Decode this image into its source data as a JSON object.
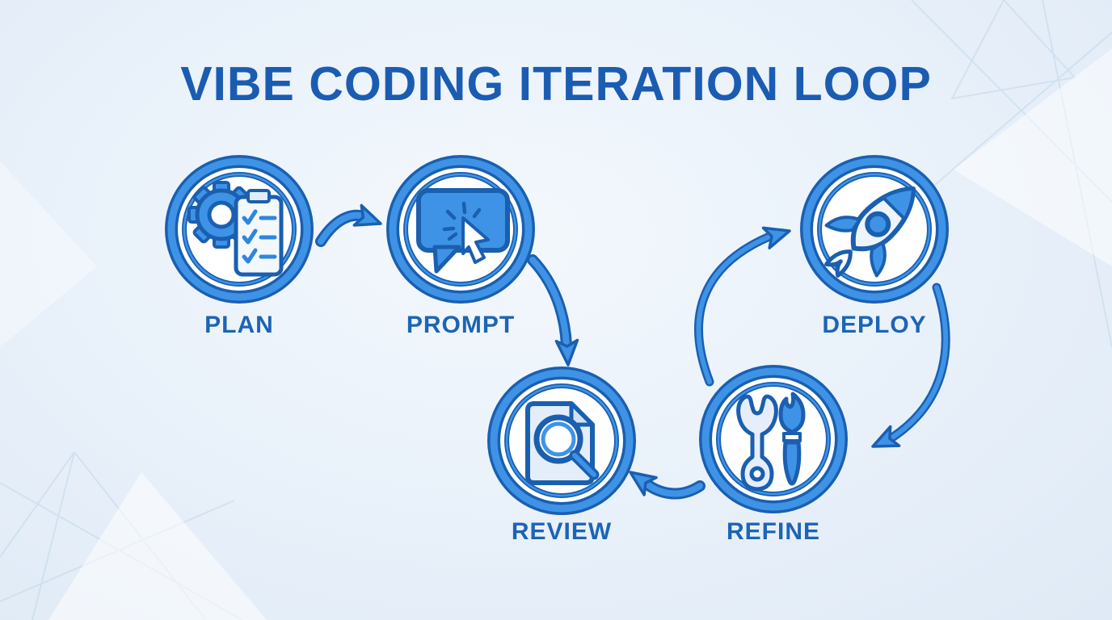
{
  "title": "VIBE CODING ITERATION LOOP",
  "diagram": {
    "nodes": [
      {
        "id": "plan",
        "label": "PLAN",
        "icon": "gear-checklist-icon"
      },
      {
        "id": "prompt",
        "label": "PROMPT",
        "icon": "chat-bubble-cursor-icon"
      },
      {
        "id": "review",
        "label": "REVIEW",
        "icon": "document-magnifier-icon"
      },
      {
        "id": "refine",
        "label": "REFINE",
        "icon": "wrench-paintbrush-icon"
      },
      {
        "id": "deploy",
        "label": "DEPLOY",
        "icon": "rocket-icon"
      }
    ],
    "edges": [
      {
        "from": "PLAN",
        "to": "PROMPT"
      },
      {
        "from": "PROMPT",
        "to": "REVIEW"
      },
      {
        "from": "REFINE",
        "to": "REVIEW"
      },
      {
        "from": "REFINE",
        "to": "DEPLOY"
      },
      {
        "from": "DEPLOY",
        "to": "REFINE"
      }
    ]
  },
  "colors": {
    "accent_bright": "#3f93e6",
    "accent_dark": "#1a5fb0",
    "title_text": "#1b5cb3",
    "label_text": "#1d64b5",
    "node_fill": "#ffffff",
    "background": "#e9f1fa"
  }
}
